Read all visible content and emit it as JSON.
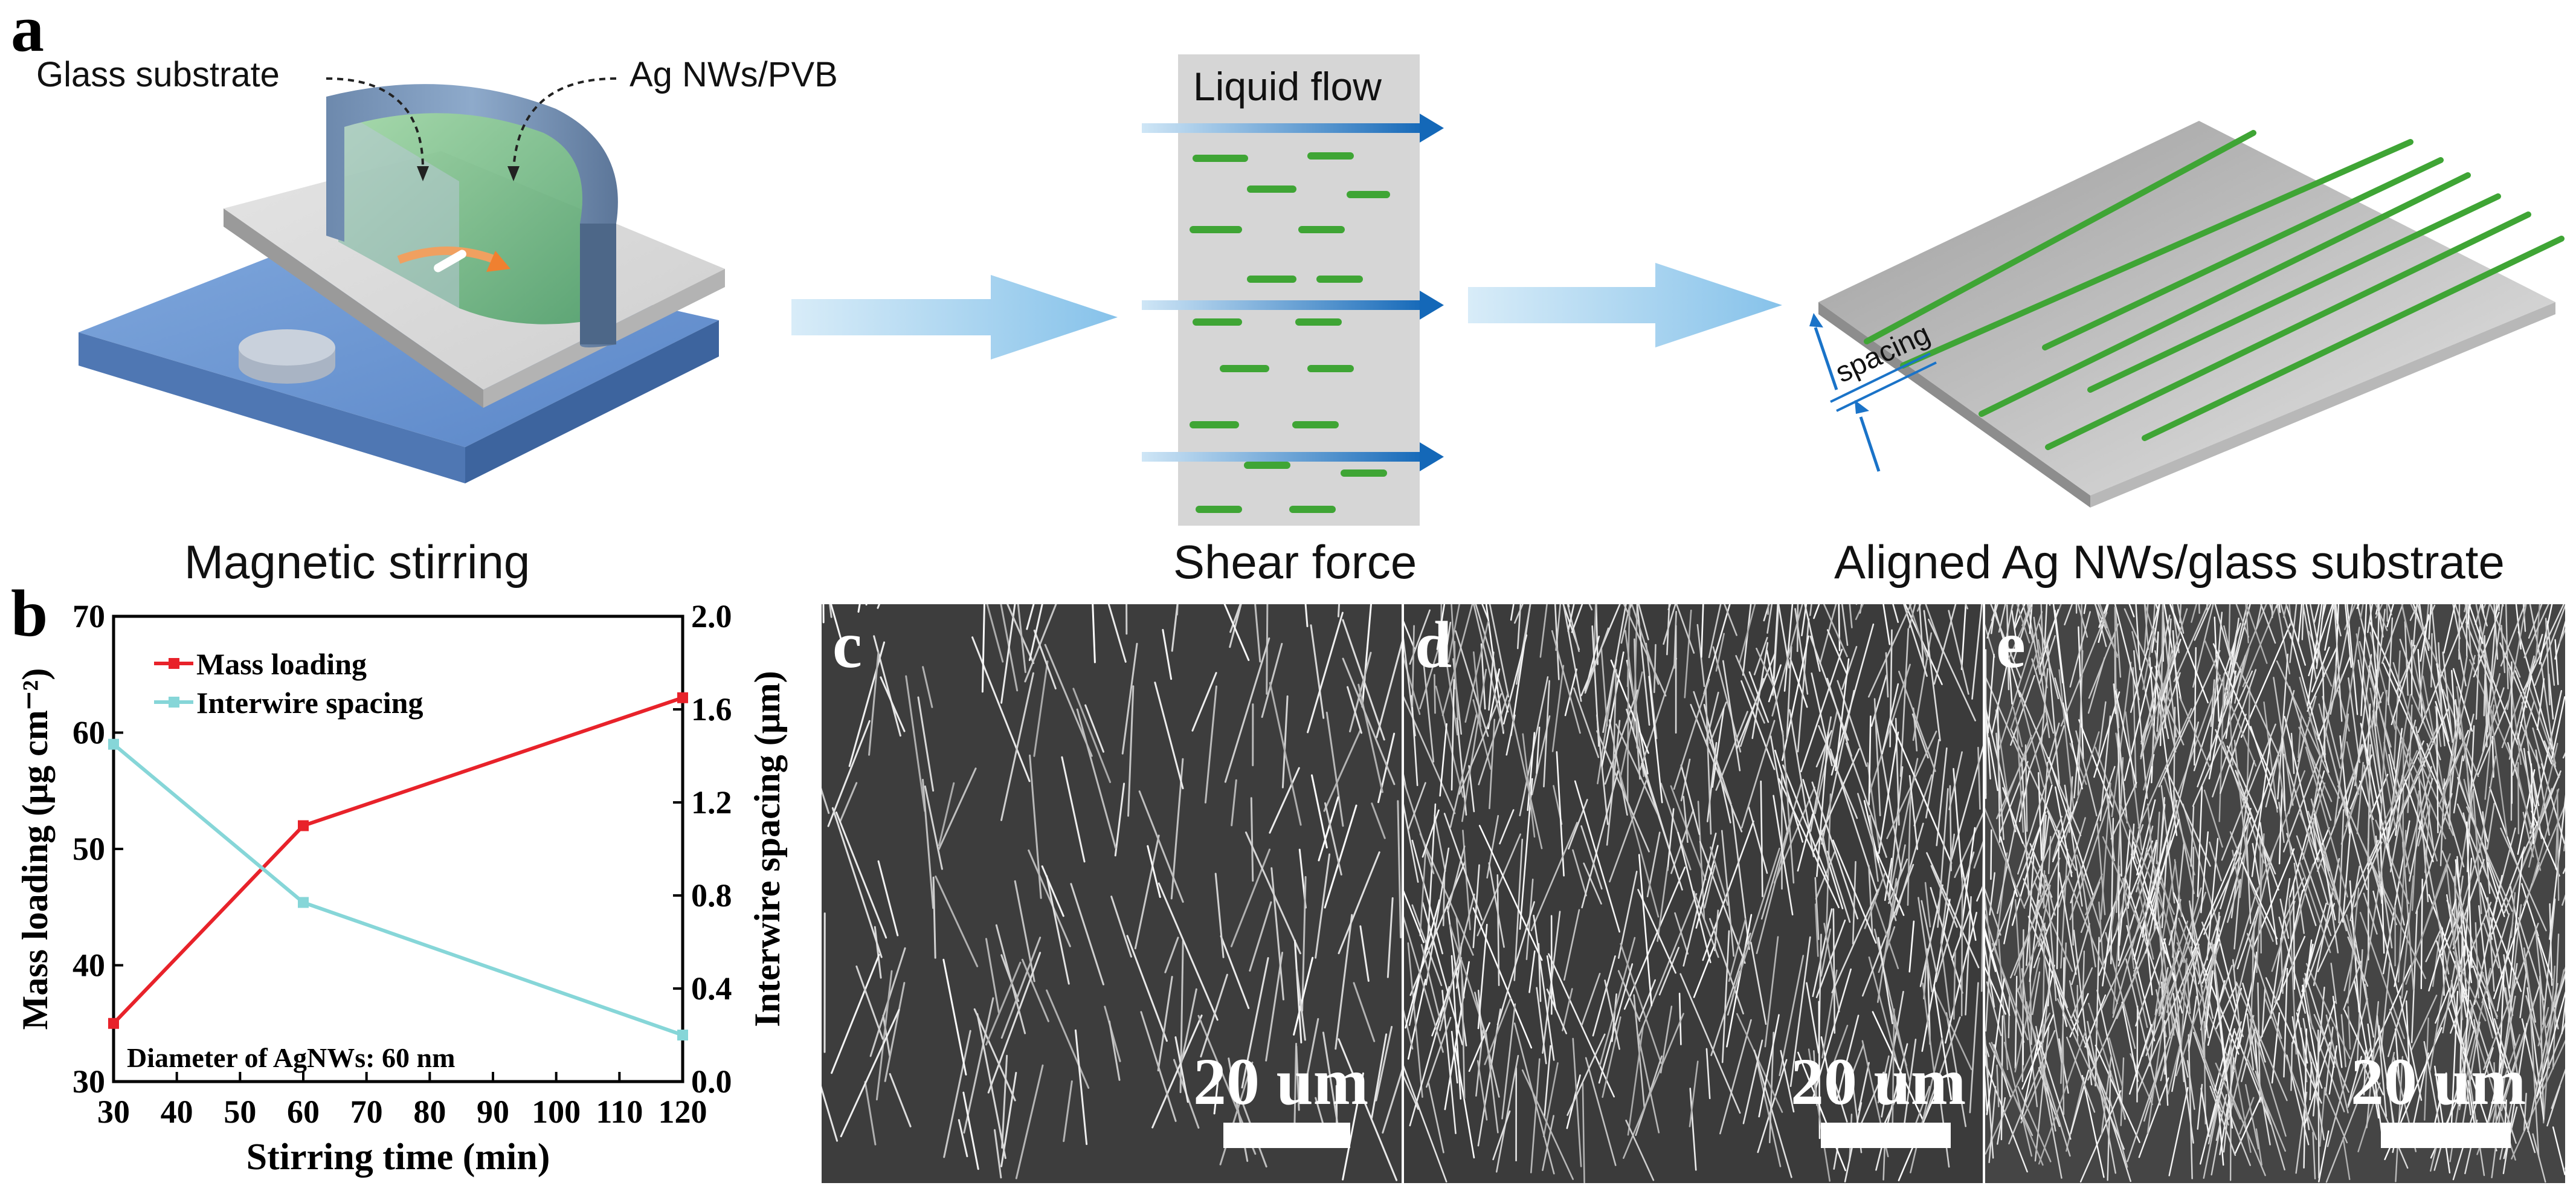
{
  "panel_a": {
    "letter": "a",
    "glass_label": "Glass substrate",
    "agnws_label": "Ag NWs/PVB",
    "liquid_flow": "Liquid flow",
    "spacing_label": "spacing",
    "caption_stirring": "Magnetic stirring",
    "caption_shear": "Shear force",
    "caption_aligned": "Aligned Ag NWs/glass substrate"
  },
  "panel_b": {
    "letter": "b"
  },
  "panel_c": {
    "letter": "c",
    "scale": "20 um"
  },
  "panel_d": {
    "letter": "d",
    "scale": "20 um"
  },
  "panel_e": {
    "letter": "e",
    "scale": "20 um"
  },
  "colors": {
    "mass_loading": "#e8222a",
    "interwire": "#86d6d8",
    "nanowire_green": "#3fa535",
    "arrow_blue": "#1a73c8"
  },
  "chart_data": {
    "type": "line",
    "x": [
      30,
      60,
      120
    ],
    "xlabel": "Stirring time (min)",
    "xlim": [
      30,
      120
    ],
    "xticks": [
      "30",
      "40",
      "50",
      "60",
      "70",
      "80",
      "90",
      "100",
      "110",
      "120"
    ],
    "ylabel_left": "Mass loading (μg cm⁻²)",
    "ylim_left": [
      30,
      70
    ],
    "yticks_left": [
      "30",
      "40",
      "50",
      "60",
      "70"
    ],
    "ylabel_right": "Interwire spacing (μm)",
    "ylim_right": [
      0.0,
      2.0
    ],
    "yticks_right": [
      "0.0",
      "0.4",
      "0.8",
      "1.2",
      "1.6",
      "2.0"
    ],
    "annotation": "Diameter of AgNWs: 60 nm",
    "legend_position": "top-left",
    "series": [
      {
        "name": "Mass loading",
        "axis": "left",
        "values": [
          35,
          52,
          63
        ]
      },
      {
        "name": "Interwire spacing",
        "axis": "right",
        "values": [
          1.45,
          0.77,
          0.2
        ]
      }
    ]
  }
}
